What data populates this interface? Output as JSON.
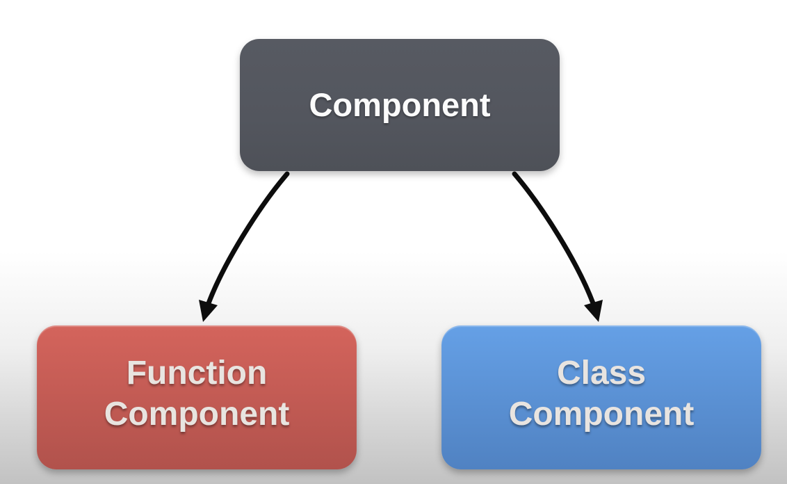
{
  "nodes": {
    "component": {
      "label": "Component"
    },
    "function_component": {
      "label": "Function\nComponent"
    },
    "class_component": {
      "label": "Class\nComponent"
    }
  },
  "edges": [
    {
      "from": "component",
      "to": "function_component"
    },
    {
      "from": "component",
      "to": "class_component"
    }
  ],
  "colors": {
    "component-bg": "#53565e",
    "component-text": "#fbfbfb",
    "function-bg-top": "#d4645c",
    "function-bg-bottom": "#b1524c",
    "class-bg-top": "#65a0e6",
    "class-bg-bottom": "#5082c2",
    "node-text": "#e8e4e0",
    "arrow": "#0d0d0d",
    "bg-top": "#ffffff",
    "bg-bottom": "#c2c2c2"
  }
}
